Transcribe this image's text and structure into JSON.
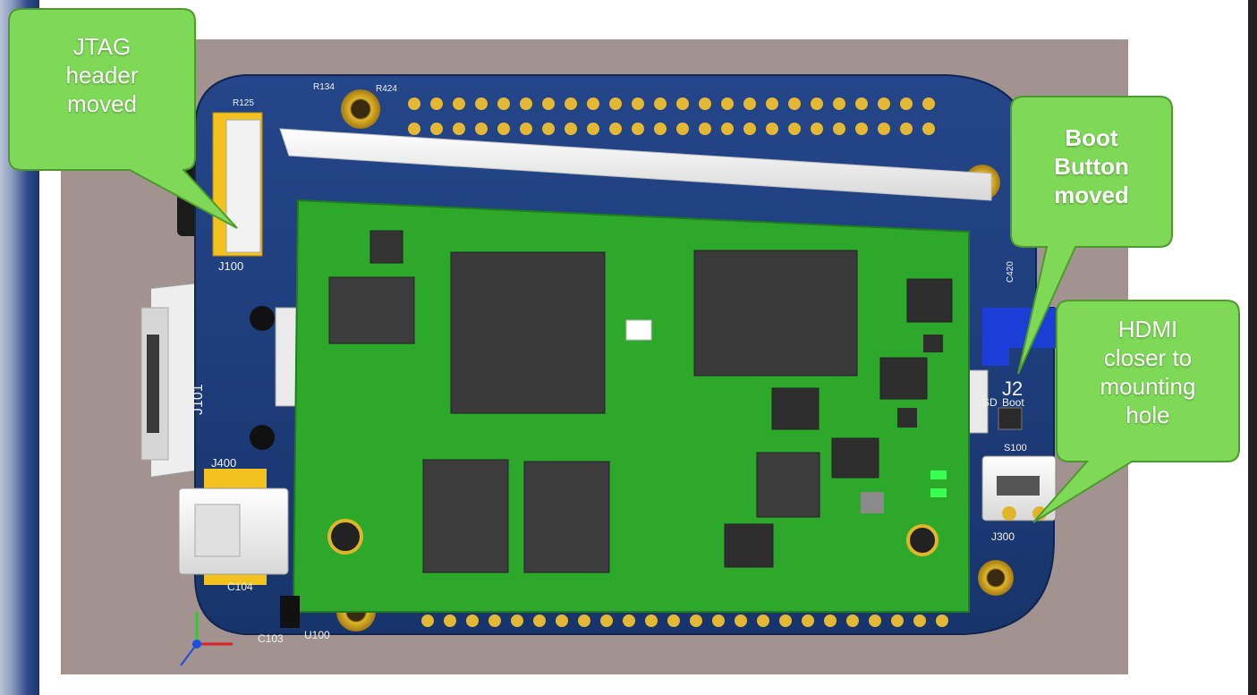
{
  "callouts": {
    "jtag": {
      "lines": [
        "JTAG",
        "header",
        "moved"
      ]
    },
    "boot": {
      "lines": [
        "Boot",
        "Button",
        "moved"
      ]
    },
    "hdmi": {
      "lines": [
        "HDMI",
        "closer to",
        "mounting",
        "hole"
      ]
    }
  },
  "board_labels": {
    "j100": "J100",
    "j101": "J101",
    "j400": "J400",
    "j300": "J300",
    "j2": "J2",
    "s100": "S100",
    "c104": "C104",
    "c103": "C103",
    "u100": "U100",
    "r125": "R125",
    "r134": "R134",
    "r424": "R424",
    "c420": "C420",
    "boot_text": "Boot",
    "sd_text": "SD"
  },
  "colors": {
    "callout_fill": "#7ed957",
    "callout_stroke": "#4f9a2c",
    "pcb_blue": "#1d3f7c",
    "module_green": "#2fa02c",
    "scene_bg": "#a29290"
  }
}
